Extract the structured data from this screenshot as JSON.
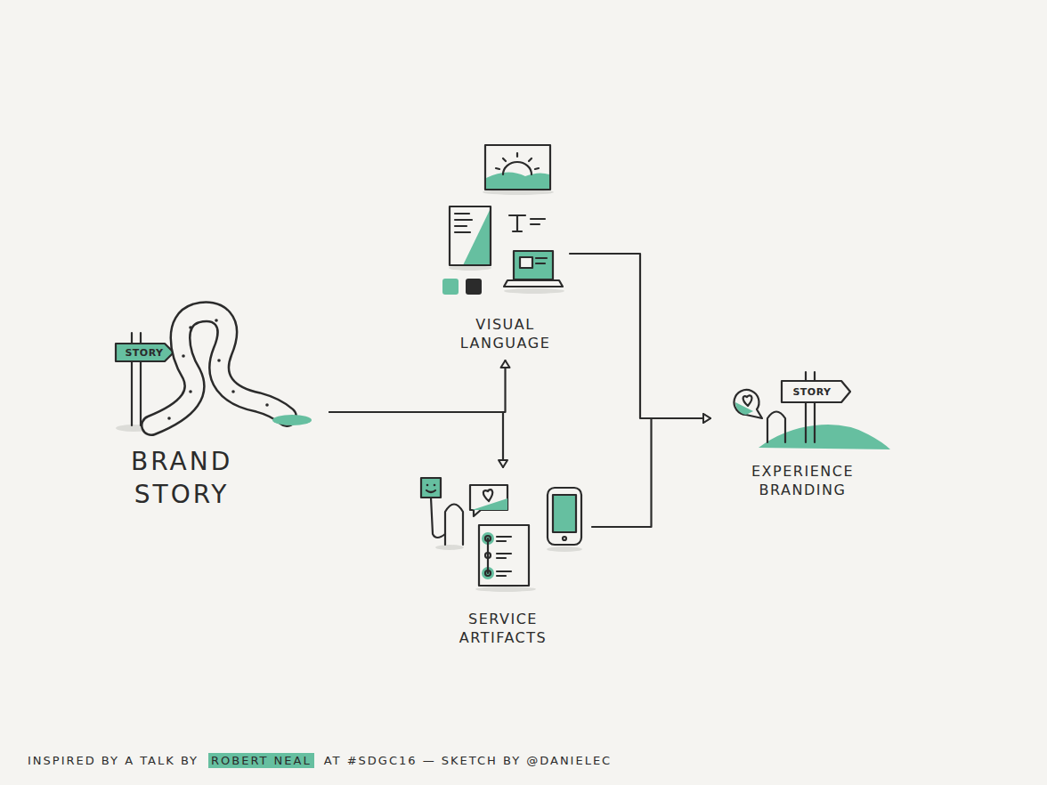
{
  "diagram": {
    "nodes": [
      {
        "text": [
          "BRAND STORY"
        ]
      },
      {
        "text": [
          "VISUAL LANGUAGE"
        ]
      },
      {
        "text": [
          "SERVICE ARTIFACTS"
        ]
      },
      {
        "text": [
          "EXPERIENCE BRANDING"
        ]
      }
    ],
    "edges": [
      {
        "from": 0,
        "to": 1,
        "arrow": "to"
      },
      {
        "from": 0,
        "to": 2,
        "arrow": "to"
      },
      {
        "from": 1,
        "to": 3,
        "arrow": "to"
      },
      {
        "from": 2,
        "to": 3,
        "arrow": "to"
      }
    ],
    "labels": [
      "STORY",
      "STORY",
      "INSPIRED BY A TALK BY",
      "ROBERT NEAL",
      "AT #SDGC16 — SKETCH BY @DANIELEC"
    ]
  }
}
